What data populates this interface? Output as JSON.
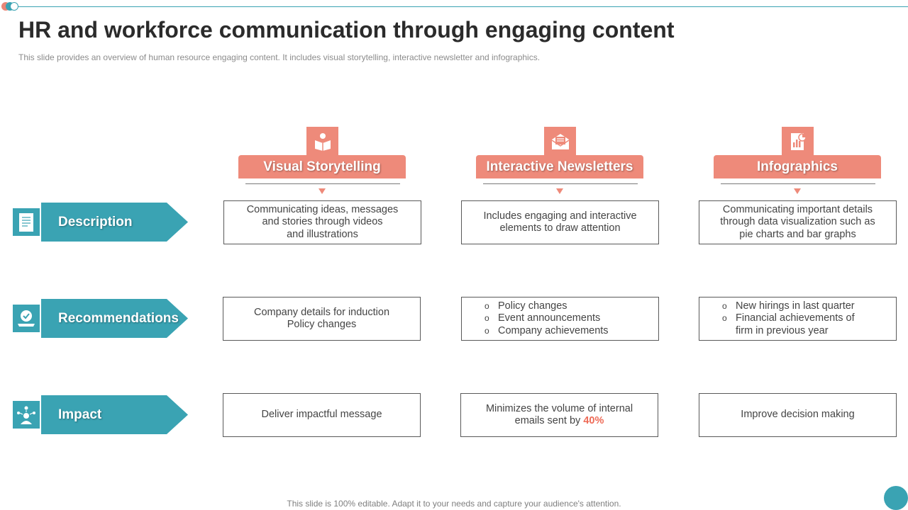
{
  "title": "HR and workforce communication through engaging content",
  "subtitle": "This slide provides an overview of human resource engaging content. It includes visual storytelling, interactive newsletter and infographics.",
  "columns": [
    {
      "label": "Visual Storytelling",
      "icon": "storytelling-icon"
    },
    {
      "label": "Interactive Newsletters",
      "icon": "newsletter-envelope-icon"
    },
    {
      "label": "Infographics",
      "icon": "infographic-chart-icon"
    }
  ],
  "rows": [
    {
      "label": "Description",
      "icon": "document-icon"
    },
    {
      "label": "Recommendations",
      "icon": "checkmark-badge-icon"
    },
    {
      "label": "Impact",
      "icon": "person-network-icon"
    }
  ],
  "cells": {
    "description": {
      "storytelling": [
        "Communicating ideas, messages",
        "and stories through videos",
        "and illustrations"
      ],
      "newsletters": [
        "Includes engaging and interactive",
        "elements to draw attention"
      ],
      "infographics": [
        "Communicating important details",
        "through data visualization such as",
        "pie charts and bar graphs"
      ]
    },
    "recommendations": {
      "storytelling": [
        "Company details for induction",
        "Policy changes"
      ],
      "newsletters": [
        "Policy changes",
        "Event announcements",
        "Company achievements"
      ],
      "infographics": [
        "New hirings in last quarter",
        "Financial achievements of firm in previous year"
      ]
    },
    "impact": {
      "storytelling": "Deliver impactful message",
      "newsletters_text": "Minimizes the volume of internal emails sent by",
      "newsletters_highlight": "40%",
      "infographics": "Improve decision making"
    }
  },
  "footer": "This slide is 100% editable. Adapt it to your needs and capture your audience's attention.",
  "colors": {
    "accent_teal": "#3aa3b3",
    "accent_salmon": "#ee8a7a",
    "highlight": "#ee6b57"
  }
}
